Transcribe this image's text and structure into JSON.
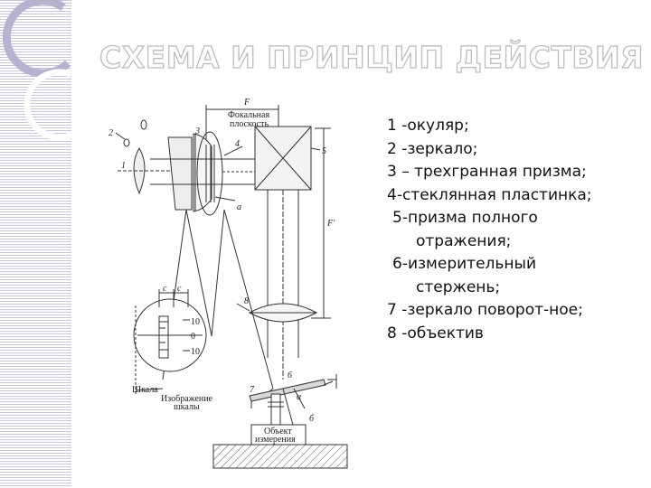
{
  "slide": {
    "title": "СХЕМА И ПРИНЦИП ДЕЙСТВИЯ",
    "items": [
      {
        "text": "1 -окуляр;"
      },
      {
        "text": "2 -зеркало;"
      },
      {
        "text": "3 – трехгранная  призма;"
      },
      {
        "text": "4-стеклянная пластинка;"
      },
      {
        "text": "5-призма полного",
        "cont": "отражения;"
      },
      {
        "text": "6-измерительный",
        "cont": "стержень;"
      },
      {
        "text": "7 -зеркало поворот-ное;"
      },
      {
        "text": "8 -объектив"
      }
    ]
  },
  "diagram": {
    "labels": {
      "F_top": "F",
      "F_right": "F'",
      "focal_plane_1": "Фокальная",
      "focal_plane_2": "плоскость",
      "n1": "1",
      "n2": "2",
      "n3": "3",
      "n4": "4",
      "n5": "5",
      "n6": "6",
      "n7": "7",
      "n8": "8",
      "a": "a",
      "b": "б",
      "alpha": "α",
      "c1": "c",
      "c2": "c",
      "scale_10_top": "10",
      "scale_0": "0",
      "scale_10_bottom": "10",
      "scale_label": "Шкала",
      "image_label_1": "Изображение",
      "image_label_2": "шкалы",
      "object_label_1": "Объект",
      "object_label_2": "измерения"
    }
  },
  "colors": {
    "strip": "#c9c4de",
    "title_outline": "#bdbdbd",
    "line": "#333333"
  }
}
